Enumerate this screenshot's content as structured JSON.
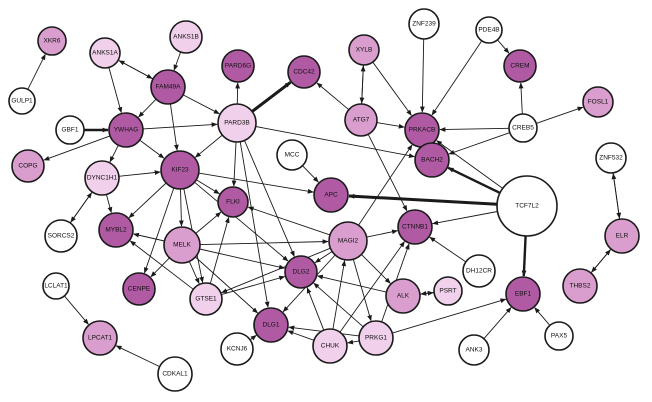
{
  "network": {
    "colors": {
      "strong": "#b05aa4",
      "medium": "#d99ecd",
      "light": "#f0d0ea",
      "none": "#ffffff",
      "stroke": "#1a1a1a"
    },
    "nodes": [
      {
        "id": "XKR6",
        "label": "XKR6",
        "level": "medium"
      },
      {
        "id": "ANKS1A",
        "label": "ANKS1A",
        "level": "light"
      },
      {
        "id": "ANKS1B",
        "label": "ANKS1B",
        "level": "light"
      },
      {
        "id": "FAM49A",
        "label": "FAM49A",
        "level": "strong"
      },
      {
        "id": "PARD6G",
        "label": "PARD6G",
        "level": "strong"
      },
      {
        "id": "CDC42",
        "label": "CDC42",
        "level": "strong"
      },
      {
        "id": "XYLB",
        "label": "XYLB",
        "level": "medium"
      },
      {
        "id": "ZNF239",
        "label": "ZNF239",
        "level": "none"
      },
      {
        "id": "PDE4B",
        "label": "PDE4B",
        "level": "none"
      },
      {
        "id": "CREM",
        "label": "CREM",
        "level": "strong"
      },
      {
        "id": "GULP1",
        "label": "GULP1",
        "level": "none"
      },
      {
        "id": "GBF1",
        "label": "GBF1",
        "level": "none"
      },
      {
        "id": "YWHAG",
        "label": "YWHAG",
        "level": "strong"
      },
      {
        "id": "PARD3B",
        "label": "PARD3B",
        "level": "light"
      },
      {
        "id": "ATG7",
        "label": "ATG7",
        "level": "medium"
      },
      {
        "id": "PRKACB",
        "label": "PRKACB",
        "level": "strong"
      },
      {
        "id": "CREB5",
        "label": "CREB5",
        "level": "none"
      },
      {
        "id": "FOSL1",
        "label": "FOSL1",
        "level": "medium"
      },
      {
        "id": "COPG",
        "label": "COPG",
        "level": "medium"
      },
      {
        "id": "DYNC1H1",
        "label": "DYNC1H1",
        "level": "light"
      },
      {
        "id": "KIF23",
        "label": "KIF23",
        "level": "strong"
      },
      {
        "id": "MCC",
        "label": "MCC",
        "level": "none"
      },
      {
        "id": "BACH2",
        "label": "BACH2",
        "level": "strong"
      },
      {
        "id": "ZNF532",
        "label": "ZNF532",
        "level": "none"
      },
      {
        "id": "SORCS2",
        "label": "SORCS2",
        "level": "none"
      },
      {
        "id": "FLKI",
        "label": "FLKI",
        "level": "strong"
      },
      {
        "id": "APC",
        "label": "APC",
        "level": "strong"
      },
      {
        "id": "TCF7L2",
        "label": "TCF7L2",
        "level": "none"
      },
      {
        "id": "MYBL2",
        "label": "MYBL2",
        "level": "strong"
      },
      {
        "id": "MELK",
        "label": "MELK",
        "level": "medium"
      },
      {
        "id": "MAGI2",
        "label": "MAGI2",
        "level": "medium"
      },
      {
        "id": "CTNNB1",
        "label": "CTNNB1",
        "level": "strong"
      },
      {
        "id": "ELR",
        "label": "ELR",
        "level": "medium"
      },
      {
        "id": "DLG2",
        "label": "DLG2",
        "level": "strong"
      },
      {
        "id": "DH12CR",
        "label": "DH12CR",
        "level": "none"
      },
      {
        "id": "CENPE",
        "label": "CENPE",
        "level": "strong"
      },
      {
        "id": "GTSE1",
        "label": "GTSE1",
        "level": "light"
      },
      {
        "id": "LCLAT1",
        "label": "LCLAT1",
        "level": "none"
      },
      {
        "id": "ALK",
        "label": "ALK",
        "level": "medium"
      },
      {
        "id": "PSRT",
        "label": "PSRT",
        "level": "light"
      },
      {
        "id": "EBF1",
        "label": "EBF1",
        "level": "strong"
      },
      {
        "id": "THBS2",
        "label": "THBS2",
        "level": "medium"
      },
      {
        "id": "DLG1",
        "label": "DLG1",
        "level": "strong"
      },
      {
        "id": "LPCAT1",
        "label": "LPCAT1",
        "level": "medium"
      },
      {
        "id": "KCNJ6",
        "label": "KCNJ6",
        "level": "none"
      },
      {
        "id": "CHUK",
        "label": "CHUK",
        "level": "light"
      },
      {
        "id": "PRKG1",
        "label": "PRKG1",
        "level": "light"
      },
      {
        "id": "PAX5",
        "label": "PAX5",
        "level": "none"
      },
      {
        "id": "ANK3",
        "label": "ANK3",
        "level": "none"
      },
      {
        "id": "CDKAL1",
        "label": "CDKAL1",
        "level": "none"
      }
    ],
    "edges": [
      {
        "from": "GULP1",
        "to": "XKR6"
      },
      {
        "from": "ANKS1A",
        "to": "FAM49A"
      },
      {
        "from": "FAM49A",
        "to": "ANKS1A"
      },
      {
        "from": "ANKS1B",
        "to": "FAM49A"
      },
      {
        "from": "ANKS1A",
        "to": "YWHAG"
      },
      {
        "from": "FAM49A",
        "to": "YWHAG"
      },
      {
        "from": "FAM49A",
        "to": "PARD3B"
      },
      {
        "from": "FAM49A",
        "to": "KIF23"
      },
      {
        "from": "PARD3B",
        "to": "PARD6G"
      },
      {
        "from": "PARD3B",
        "to": "CDC42",
        "weight": 3
      },
      {
        "from": "GBF1",
        "to": "YWHAG",
        "weight": 2.4
      },
      {
        "from": "YWHAG",
        "to": "PARD3B"
      },
      {
        "from": "YWHAG",
        "to": "COPG"
      },
      {
        "from": "YWHAG",
        "to": "DYNC1H1"
      },
      {
        "from": "YWHAG",
        "to": "KIF23"
      },
      {
        "from": "PARD3B",
        "to": "KIF23"
      },
      {
        "from": "PARD3B",
        "to": "BACH2"
      },
      {
        "from": "PARD3B",
        "to": "DLG2"
      },
      {
        "from": "PARD3B",
        "to": "DLG1"
      },
      {
        "from": "PARD3B",
        "to": "FLKI"
      },
      {
        "from": "XYLB",
        "to": "ATG7"
      },
      {
        "from": "ATG7",
        "to": "XYLB"
      },
      {
        "from": "XYLB",
        "to": "PRKACB"
      },
      {
        "from": "ATG7",
        "to": "CDC42"
      },
      {
        "from": "ATG7",
        "to": "PRKACB"
      },
      {
        "from": "ATG7",
        "to": "CTNNB1"
      },
      {
        "from": "ZNF239",
        "to": "PRKACB"
      },
      {
        "from": "PDE4B",
        "to": "CREM"
      },
      {
        "from": "PDE4B",
        "to": "PRKACB"
      },
      {
        "from": "CREB5",
        "to": "CREM"
      },
      {
        "from": "CREB5",
        "to": "FOSL1"
      },
      {
        "from": "CREB5",
        "to": "PRKACB"
      },
      {
        "from": "CREB5",
        "to": "BACH2"
      },
      {
        "from": "TCF7L2",
        "to": "BACH2",
        "weight": 2.4
      },
      {
        "from": "TCF7L2",
        "to": "APC",
        "weight": 3
      },
      {
        "from": "TCF7L2",
        "to": "CTNNB1"
      },
      {
        "from": "TCF7L2",
        "to": "EBF1",
        "weight": 2.4
      },
      {
        "from": "TCF7L2",
        "to": "PRKACB"
      },
      {
        "from": "ZNF532",
        "to": "ELR"
      },
      {
        "from": "ELR",
        "to": "ZNF532"
      },
      {
        "from": "ELR",
        "to": "THBS2"
      },
      {
        "from": "THBS2",
        "to": "ELR"
      },
      {
        "from": "DYNC1H1",
        "to": "KIF23"
      },
      {
        "from": "DYNC1H1",
        "to": "SORCS2"
      },
      {
        "from": "SORCS2",
        "to": "DYNC1H1"
      },
      {
        "from": "DYNC1H1",
        "to": "MYBL2"
      },
      {
        "from": "KIF23",
        "to": "APC"
      },
      {
        "from": "KIF23",
        "to": "FLKI"
      },
      {
        "from": "KIF23",
        "to": "MYBL2"
      },
      {
        "from": "KIF23",
        "to": "MELK"
      },
      {
        "from": "KIF23",
        "to": "CENPE"
      },
      {
        "from": "KIF23",
        "to": "GTSE1"
      },
      {
        "from": "KIF23",
        "to": "DLG2"
      },
      {
        "from": "MCC",
        "to": "APC"
      },
      {
        "from": "MELK",
        "to": "FLKI"
      },
      {
        "from": "MELK",
        "to": "MYBL2"
      },
      {
        "from": "MELK",
        "to": "CENPE"
      },
      {
        "from": "MELK",
        "to": "MAGI2"
      },
      {
        "from": "MELK",
        "to": "DLG2"
      },
      {
        "from": "MELK",
        "to": "DLG1"
      },
      {
        "from": "MELK",
        "to": "GTSE1"
      },
      {
        "from": "GTSE1",
        "to": "FLKI"
      },
      {
        "from": "GTSE1",
        "to": "MYBL2"
      },
      {
        "from": "MAGI2",
        "to": "FLKI"
      },
      {
        "from": "MAGI2",
        "to": "CTNNB1"
      },
      {
        "from": "MAGI2",
        "to": "PRKACB"
      },
      {
        "from": "MAGI2",
        "to": "DLG2"
      },
      {
        "from": "MAGI2",
        "to": "DLG1"
      },
      {
        "from": "MAGI2",
        "to": "ALK"
      },
      {
        "from": "MAGI2",
        "to": "PRKG1"
      },
      {
        "from": "MAGI2",
        "to": "GTSE1"
      },
      {
        "from": "DH12CR",
        "to": "CTNNB1"
      },
      {
        "from": "ALK",
        "to": "PSRT"
      },
      {
        "from": "PSRT",
        "to": "ALK"
      },
      {
        "from": "ALK",
        "to": "DLG2"
      },
      {
        "from": "CHUK",
        "to": "CTNNB1"
      },
      {
        "from": "CHUK",
        "to": "DLG1"
      },
      {
        "from": "CHUK",
        "to": "DLG2"
      },
      {
        "from": "CHUK",
        "to": "MAGI2"
      },
      {
        "from": "PRKG1",
        "to": "DLG1"
      },
      {
        "from": "PRKG1",
        "to": "DLG2"
      },
      {
        "from": "PRKG1",
        "to": "CHUK"
      },
      {
        "from": "PRKG1",
        "to": "EBF1"
      },
      {
        "from": "PRKG1",
        "to": "CTNNB1"
      },
      {
        "from": "GTSE1",
        "to": "DLG2"
      },
      {
        "from": "KCNJ6",
        "to": "DLG1"
      },
      {
        "from": "PAX5",
        "to": "EBF1"
      },
      {
        "from": "ANK3",
        "to": "EBF1"
      },
      {
        "from": "LCLAT1",
        "to": "LPCAT1"
      },
      {
        "from": "CDKAL1",
        "to": "LPCAT1"
      }
    ]
  }
}
